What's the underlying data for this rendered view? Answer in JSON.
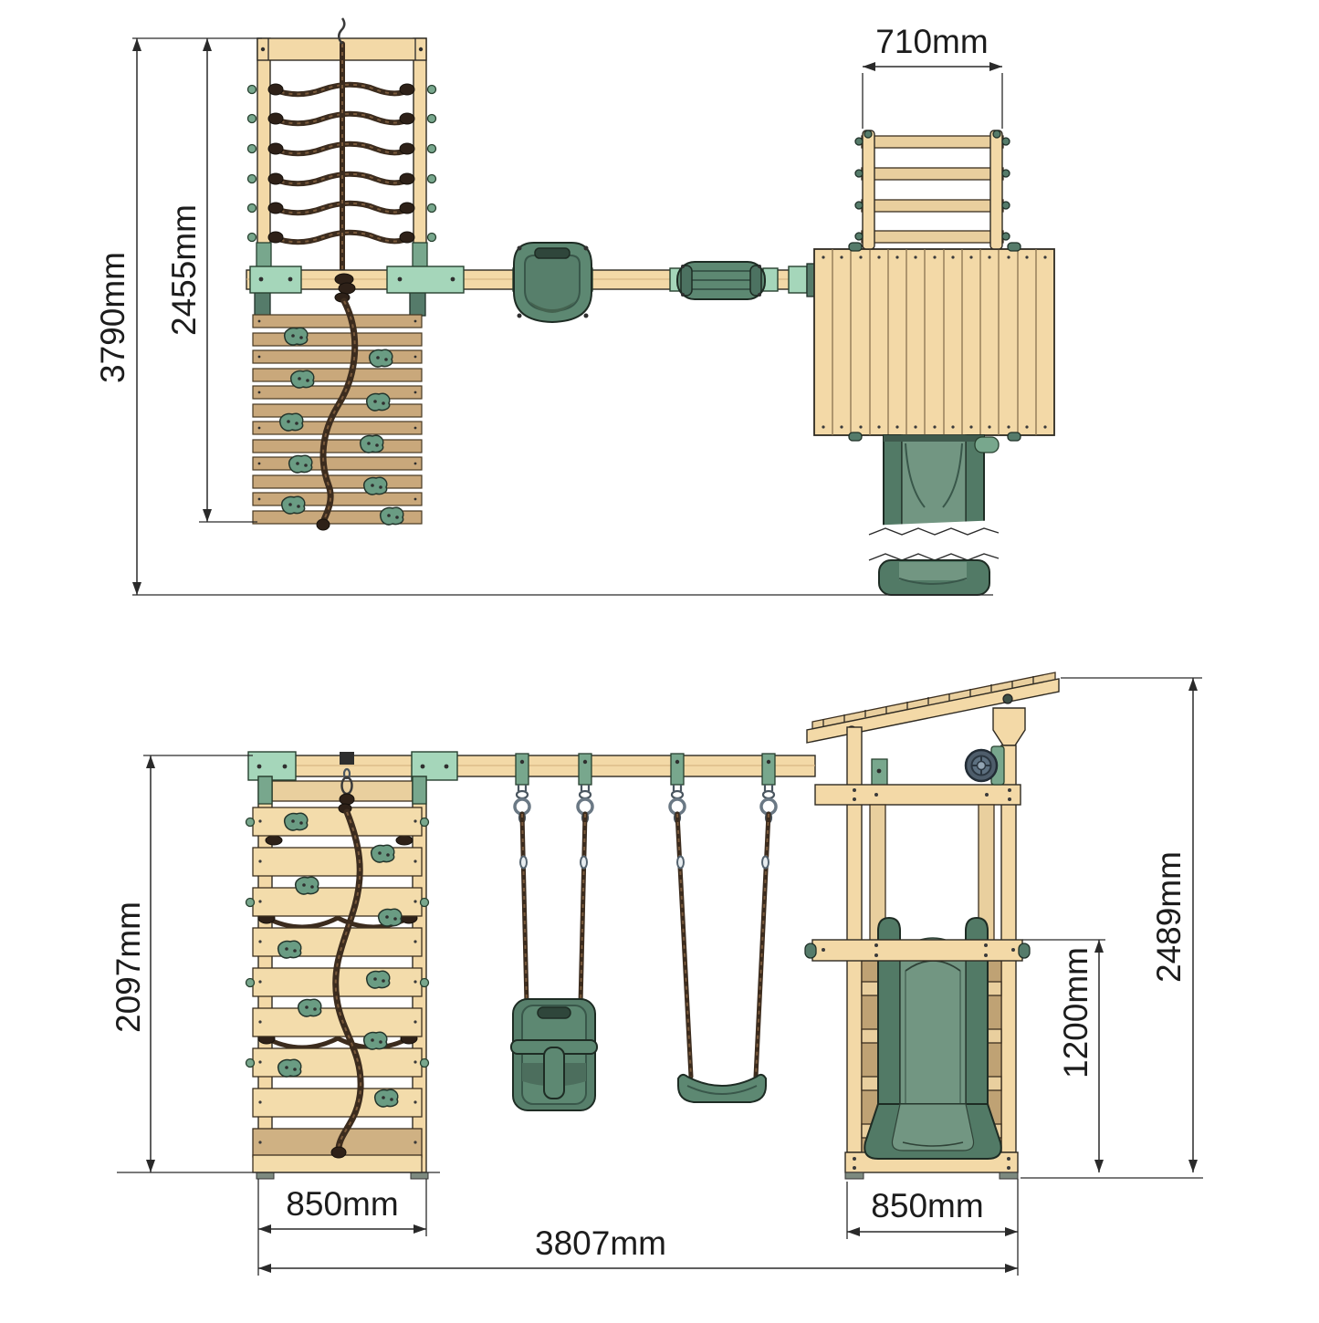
{
  "drawing": {
    "background": "#ffffff",
    "description_keys": {
      "top_view": "plan view of climbing frame, swing beam and slide tower",
      "front_view": "front elevation of climbing wall, swings and slide tower"
    },
    "colors": {
      "wood_light": "#f3d9a7",
      "wood_dark": "#c9a87b",
      "plastic_green": "#5d8872",
      "plastic_green_dark": "#527a66",
      "chute_green": "#729682",
      "bracket_mint": "#a5d6ba",
      "bracket_green": "#78a78d",
      "post_green": "#557b6a",
      "rope_brown": "#3c2c1e",
      "metal_grey": "#5d6a75",
      "dimension_line": "#2a2a2a"
    },
    "top_view": {
      "dims": {
        "overall_depth": "3790mm",
        "frame_depth": "2455mm",
        "ladder_width": "710mm"
      }
    },
    "front_view": {
      "dims": {
        "swing_beam_height": "2097mm",
        "climbing_wall_width": "850mm",
        "overall_width": "3807mm",
        "tower_width": "850mm",
        "platform_height": "1200mm",
        "overall_height": "2489mm"
      }
    }
  }
}
